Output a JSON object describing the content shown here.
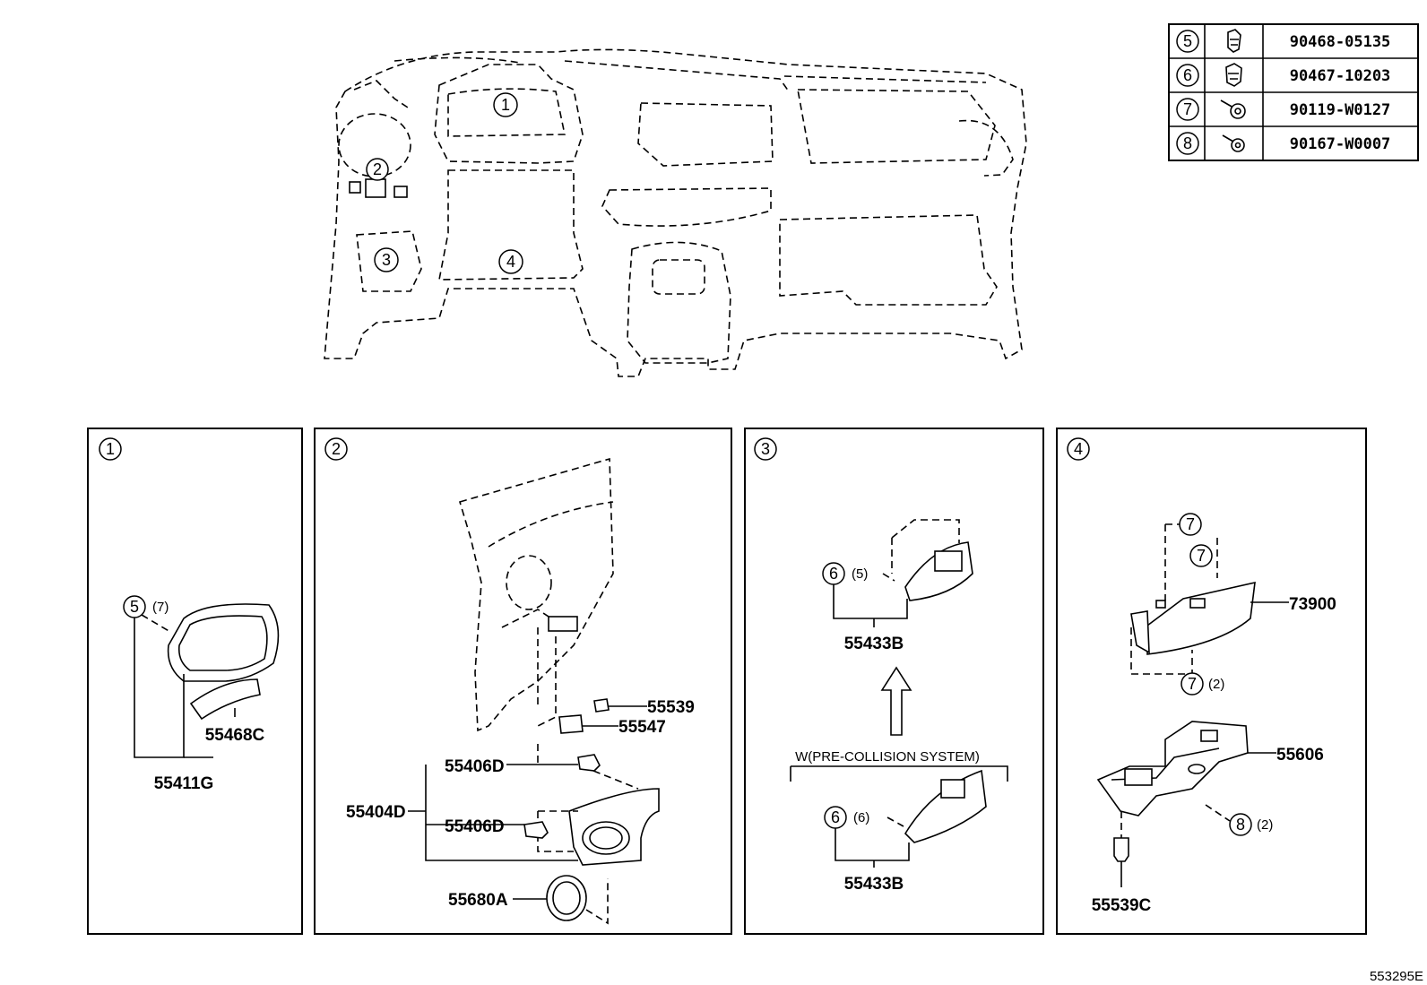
{
  "fastener_table": [
    {
      "callout": "5",
      "part_no": "90468-05135",
      "icon": "clip-icon"
    },
    {
      "callout": "6",
      "part_no": "90467-10203",
      "icon": "clip-icon"
    },
    {
      "callout": "7",
      "part_no": "90119-W0127",
      "icon": "screw-icon"
    },
    {
      "callout": "8",
      "part_no": "90167-W0007",
      "icon": "screw-icon"
    }
  ],
  "overview": {
    "callouts": [
      "1",
      "2",
      "3",
      "4"
    ]
  },
  "panels": {
    "p1": {
      "callout": "1",
      "fastener_callout": "5",
      "fastener_qty": "(7)",
      "parts": [
        "55468C",
        "55411G"
      ]
    },
    "p2": {
      "callout": "2",
      "parts": [
        "55539",
        "55547",
        "55406D",
        "55404D",
        "55406D",
        "55680A"
      ]
    },
    "p3": {
      "callout": "3",
      "upper": {
        "callout": "6",
        "qty": "(5)",
        "part": "55433B"
      },
      "condition": "W(PRE-COLLISION SYSTEM)",
      "lower": {
        "callout": "6",
        "qty": "(6)",
        "part": "55433B"
      }
    },
    "p4": {
      "callout": "4",
      "fasteners": [
        {
          "callout": "7",
          "qty": ""
        },
        {
          "callout": "7",
          "qty": ""
        },
        {
          "callout": "7",
          "qty": "(2)"
        },
        {
          "callout": "8",
          "qty": "(2)"
        }
      ],
      "parts": [
        "73900",
        "55606",
        "55539C"
      ]
    }
  },
  "figure_id": "553295E"
}
